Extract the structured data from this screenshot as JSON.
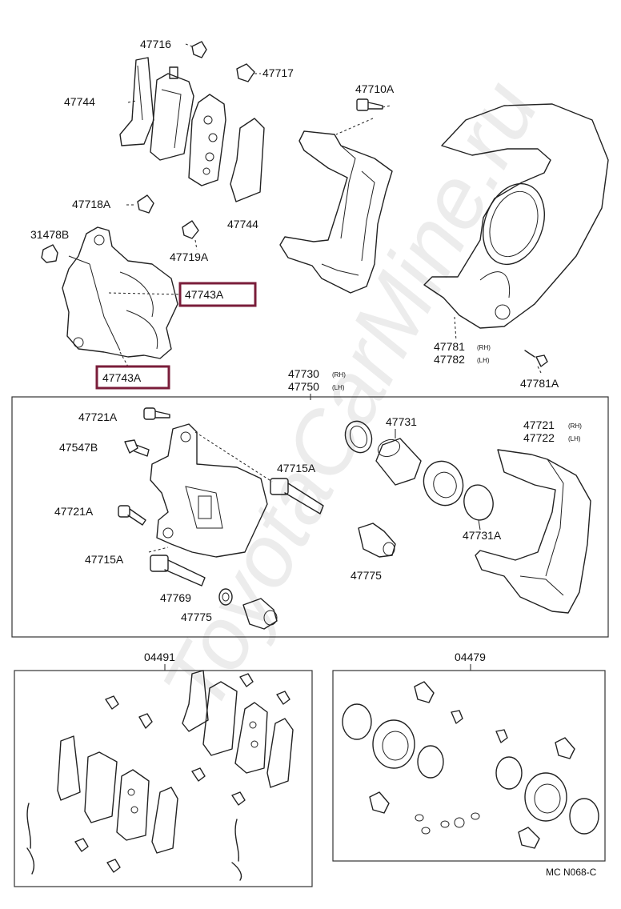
{
  "watermark": "ToyotaCarMine.ru",
  "labels": {
    "p47716": "47716",
    "p47717": "47717",
    "p47744_top": "47744",
    "p47744_mid": "47744",
    "p47710A": "47710A",
    "p47718A": "47718A",
    "p31478B": "31478B",
    "p47719A": "47719A",
    "p47743A_upper": "47743A",
    "p47743A_lower": "47743A",
    "p47781": "47781",
    "p47781_suffix": "(RH)",
    "p47782": "47782",
    "p47782_suffix": "(LH)",
    "p47781A": "47781A",
    "p47730": "47730",
    "p47730_suffix": "(RH)",
    "p47750": "47750",
    "p47750_suffix": "(LH)",
    "p47721A_1": "47721A",
    "p47547B": "47547B",
    "p47721A_2": "47721A",
    "p47715A_1": "47715A",
    "p47715A_2": "47715A",
    "p47769": "47769",
    "p47775_1": "47775",
    "p47775_2": "47775",
    "p47731": "47731",
    "p47731A": "47731A",
    "p47721": "47721",
    "p47721_suffix": "(RH)",
    "p47722": "47722",
    "p47722_suffix": "(LH)",
    "p04491": "04491",
    "p04479": "04479"
  },
  "footer_code": "MC N068-C",
  "highlight_color": "#7a1d3a"
}
